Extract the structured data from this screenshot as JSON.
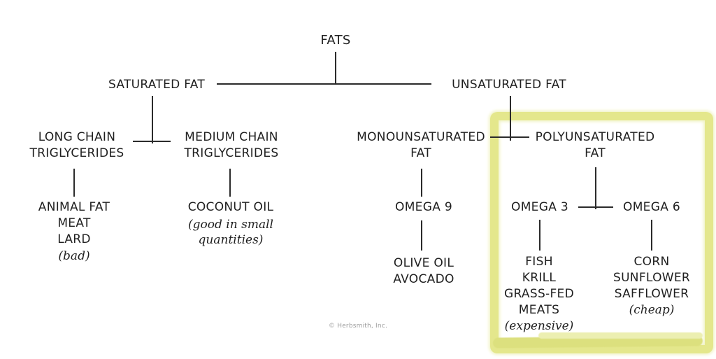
{
  "colors": {
    "line": "#2b2b2b",
    "text": "#1f1f1f",
    "highlight": "#e4e78c",
    "highlight_glow": "#f1f3c6",
    "copyright": "#9c9c9c",
    "background": "#ffffff"
  },
  "diagram": {
    "type": "tree",
    "root": {
      "label": "FATS"
    },
    "saturated": {
      "label": "SATURATED FAT",
      "long_chain": {
        "label": "LONG CHAIN\nTRIGLYCERIDES",
        "items": "ANIMAL FAT\nMEAT\nLARD",
        "note": "(bad)"
      },
      "medium_chain": {
        "label": "MEDIUM CHAIN\nTRIGLYCERIDES",
        "items": "COCONUT OIL",
        "note": "(good in small\nquantities)"
      }
    },
    "unsaturated": {
      "label": "UNSATURATED FAT",
      "monounsaturated": {
        "label": "MONOUNSATURATED\nFAT",
        "omega_9": {
          "label": "OMEGA 9",
          "items": "OLIVE OIL\nAVOCADO"
        }
      },
      "polyunsaturated": {
        "label": "POLYUNSATURATED\nFAT",
        "highlighted": true,
        "omega_3": {
          "label": "OMEGA 3",
          "items": "FISH\nKRILL\nGRASS-FED\nMEATS",
          "note": "(expensive)"
        },
        "omega_6": {
          "label": "OMEGA 6",
          "items": "CORN\nSUNFLOWER\nSAFFLOWER",
          "note": "(cheap)"
        }
      }
    }
  },
  "footer": {
    "copyright": "© Herbsmith, Inc."
  }
}
